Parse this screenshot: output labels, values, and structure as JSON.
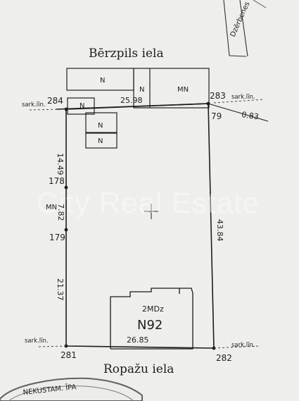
{
  "map": {
    "streets": {
      "top": "Bērzpils iela",
      "bottom": "Ropažu iela",
      "corner": "Dzērbenes"
    },
    "points": {
      "p284": "284",
      "p283": "283",
      "p79": "79",
      "p178": "178",
      "p179": "179",
      "p281": "281",
      "p282": "282"
    },
    "dimensions": {
      "top": "25.98",
      "small_offset": "0.83",
      "left_upper": "14.49",
      "left_middle": "7.82",
      "left_lower": "21.37",
      "right": "43.84",
      "bottom": "26.85"
    },
    "labels": {
      "sark_top_left": "sark.līn.",
      "sark_top_right": "sark.līn.",
      "sark_bottom_left": "sark.līn.",
      "sark_bottom_right": "sark.līn.",
      "n1": "N",
      "n2": "N",
      "n3": "N",
      "n4": "N",
      "n5": "N",
      "mn_top": "MN",
      "mn_left": "MN",
      "building_type": "2MDz",
      "building_number": "N92"
    },
    "watermark": "City Real Estate",
    "stamp_text": "NEKUSTAM. ĪPA"
  }
}
